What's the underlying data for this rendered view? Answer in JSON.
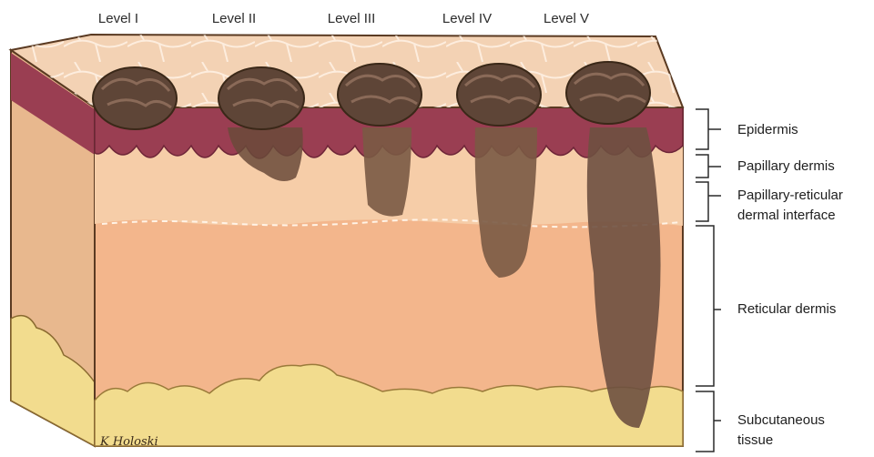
{
  "levels": [
    "Level I",
    "Level II",
    "Level III",
    "Level IV",
    "Level V"
  ],
  "layers": {
    "epidermis": "Epidermis",
    "papillary": "Papillary dermis",
    "interface_1": "Papillary-reticular",
    "interface_2": "dermal interface",
    "reticular": "Reticular dermis",
    "subcutaneous_1": "Subcutaneous",
    "subcutaneous_2": "tissue"
  },
  "signature": "K Holoski",
  "colors": {
    "skin_surface": "#f3d2b4",
    "epidermis": "#9a3e52",
    "dermis": "#f6c49c",
    "reticular": "#f3b68c",
    "fat": "#f2dc8e",
    "tumor": "#5e4537"
  }
}
